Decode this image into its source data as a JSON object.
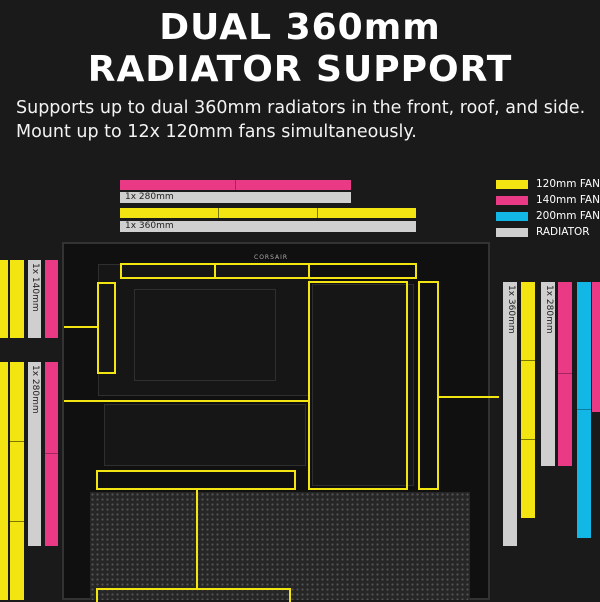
{
  "header": {
    "title_line1": "DUAL 360mm",
    "title_line2": "RADIATOR SUPPORT",
    "subtitle": "Supports up to dual 360mm radiators in the front, roof, and side. Mount up to 12x 120mm fans simultaneously."
  },
  "legend": {
    "items": [
      {
        "label": "120mm FAN",
        "color": "#f2e511"
      },
      {
        "label": "140mm FAN",
        "color": "#ea3a86"
      },
      {
        "label": "200mm FAN",
        "color": "#12b7e6"
      },
      {
        "label": "RADIATOR",
        "color": "#cfcfcf"
      }
    ]
  },
  "labels": {
    "top_280": "1x 280mm",
    "top_360": "1x 360mm",
    "left_140": "1x 140mm",
    "left_280": "1x 280mm",
    "right_360": "1x 360mm",
    "right_280": "1x 280mm",
    "case_logo": "CORSAIR"
  },
  "colors": {
    "fan_120": "#f2e511",
    "fan_140": "#ea3a86",
    "fan_200": "#12b7e6",
    "radiator": "#cfcfcf",
    "background": "#1a1a1a"
  }
}
